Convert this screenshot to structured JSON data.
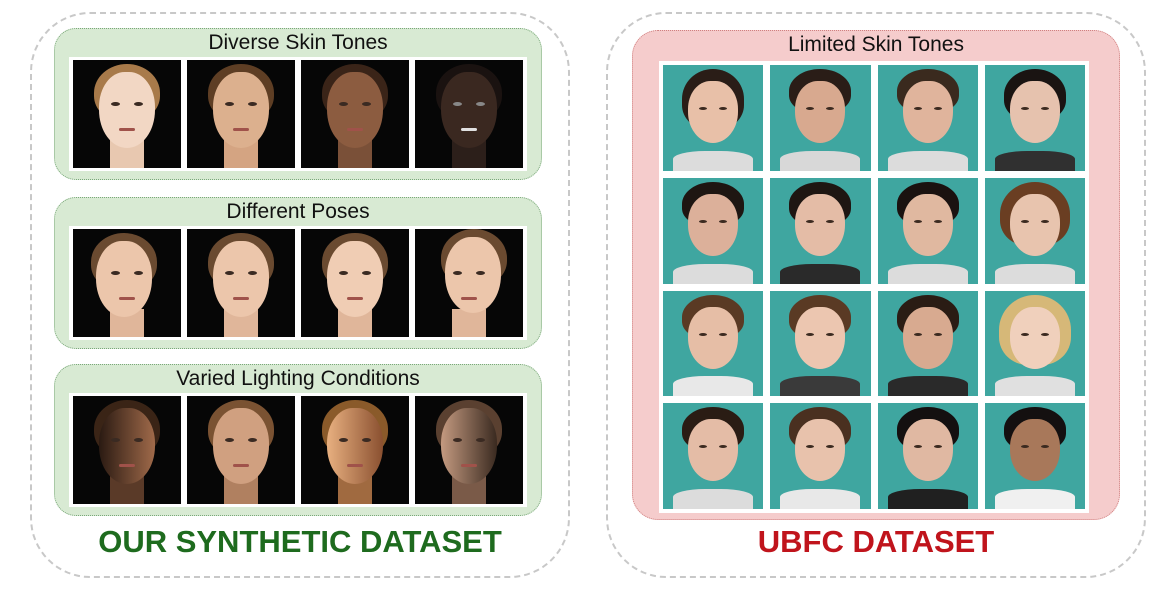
{
  "left": {
    "label": "OUR SYNTHETIC DATASET",
    "label_color": "#1e6b1e",
    "panels": [
      {
        "title": "Diverse Skin Tones"
      },
      {
        "title": "Different Poses"
      },
      {
        "title": "Varied Lighting Conditions"
      }
    ],
    "panel_color": "#d8ead3"
  },
  "right": {
    "label": "UBFC DATASET",
    "label_color": "#c0141c",
    "panel_title": "Limited Skin Tones",
    "panel_color": "#f5cccc",
    "background_color": "#3fa6a0"
  }
}
